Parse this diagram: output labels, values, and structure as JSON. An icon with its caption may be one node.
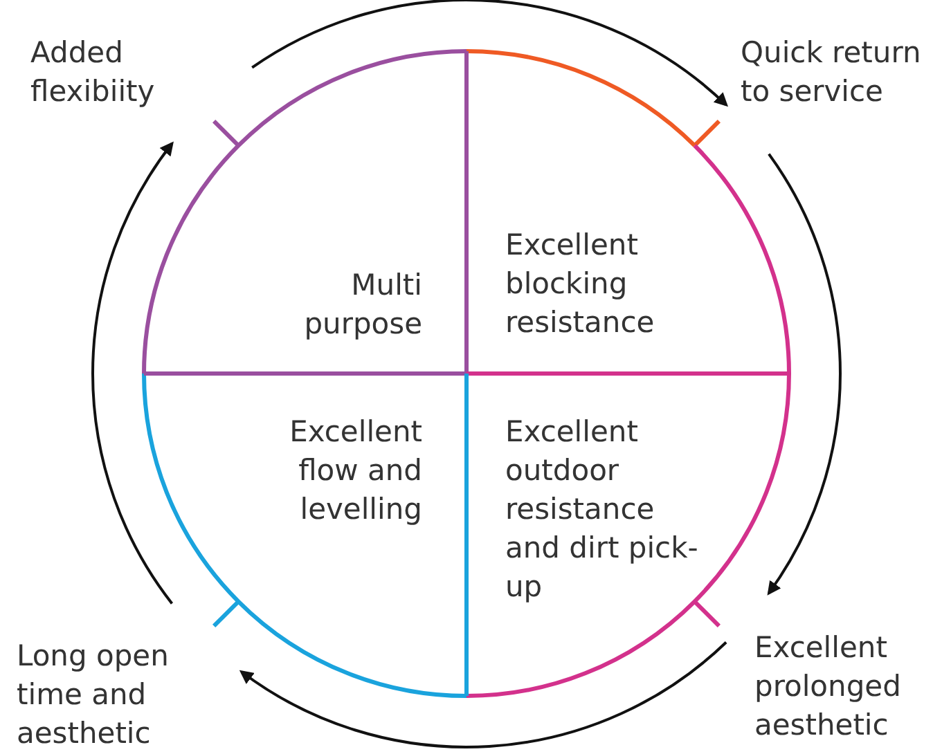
{
  "diagram": {
    "nodes": [
      {
        "text": [
          "Added flexibiity"
        ]
      },
      {
        "text": [
          "Quick return to service"
        ]
      },
      {
        "text": [
          "Multi purpose"
        ]
      },
      {
        "text": [
          "Excellent blocking resistance"
        ]
      },
      {
        "text": [
          "Excellent flow and levelling"
        ]
      },
      {
        "text": [
          "Excellent outdoor resistance and dirt pick-up"
        ]
      },
      {
        "text": [
          "Excellent prolonged aesthetic"
        ]
      },
      {
        "text": [
          "Long open time and aesthetic"
        ]
      }
    ],
    "edges": [
      {
        "from": 0,
        "to": 1,
        "arrow": "to"
      },
      {
        "from": 1,
        "to": 6,
        "arrow": "to"
      },
      {
        "from": 6,
        "to": 7,
        "arrow": "to"
      },
      {
        "from": 7,
        "to": 0,
        "arrow": "to"
      }
    ]
  }
}
